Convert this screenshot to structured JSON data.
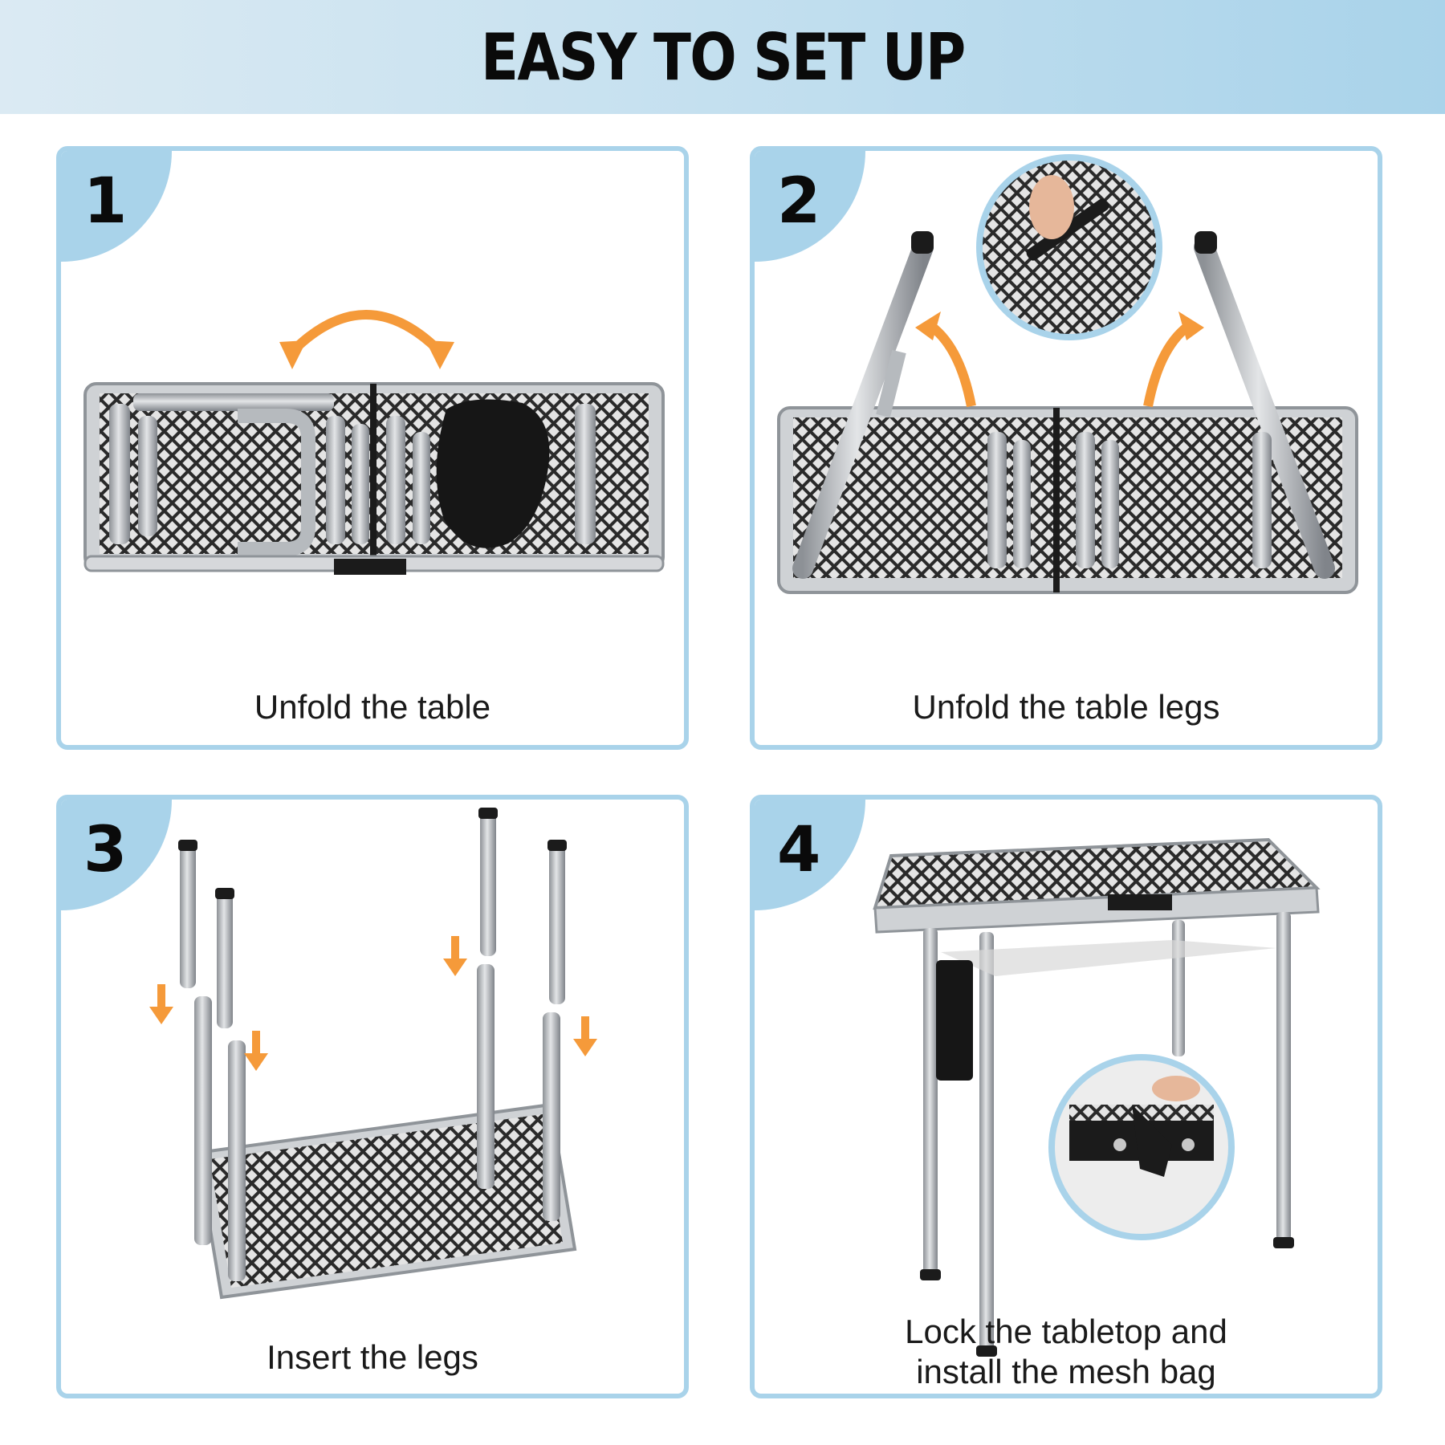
{
  "header": {
    "title": "EASY TO SET UP"
  },
  "steps": [
    {
      "number": "1",
      "caption": "Unfold the table"
    },
    {
      "number": "2",
      "caption": "Unfold the table legs"
    },
    {
      "number": "3",
      "caption": "Insert the legs"
    },
    {
      "number": "4",
      "caption_line1": "Lock the tabletop and",
      "caption_line2": "install the mesh bag"
    }
  ],
  "colors": {
    "accent": "#a9d3ea",
    "arrow": "#f59a3a",
    "frame": "#b8bcc0",
    "dark": "#1b1b1b"
  }
}
